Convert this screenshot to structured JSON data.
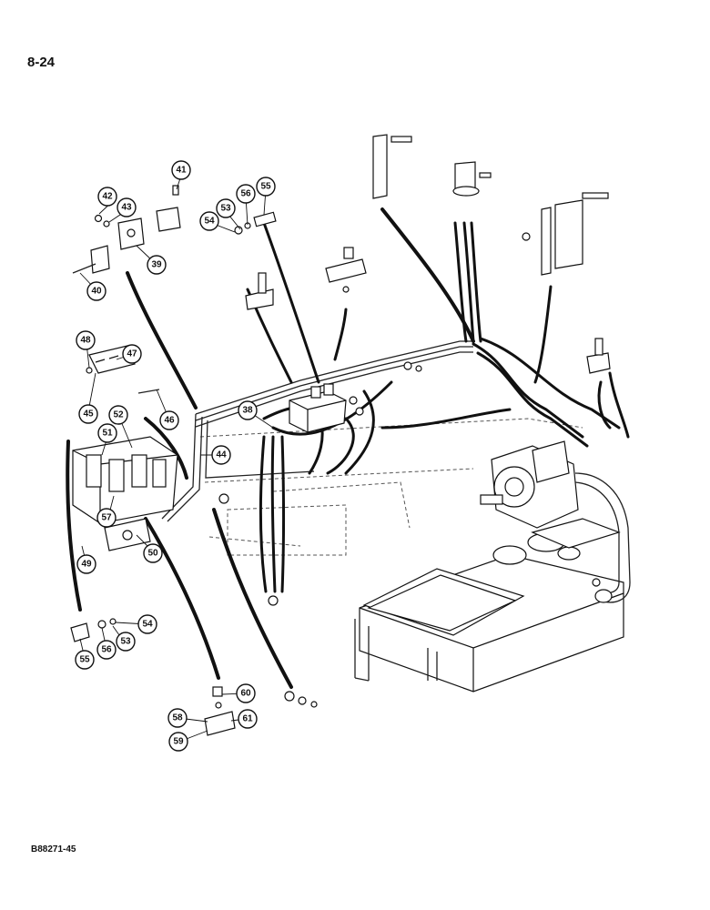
{
  "page": {
    "number": "8-24",
    "figure_code": "B88271-45"
  },
  "callouts": [
    {
      "id": "c41",
      "label": "41"
    },
    {
      "id": "c42",
      "label": "42"
    },
    {
      "id": "c43",
      "label": "43"
    },
    {
      "id": "c39",
      "label": "39"
    },
    {
      "id": "c40",
      "label": "40"
    },
    {
      "id": "c53a",
      "label": "53"
    },
    {
      "id": "c56a",
      "label": "56"
    },
    {
      "id": "c55a",
      "label": "55"
    },
    {
      "id": "c54a",
      "label": "54"
    },
    {
      "id": "c48",
      "label": "48"
    },
    {
      "id": "c47",
      "label": "47"
    },
    {
      "id": "c45",
      "label": "45"
    },
    {
      "id": "c46",
      "label": "46"
    },
    {
      "id": "c38",
      "label": "38"
    },
    {
      "id": "c52",
      "label": "52"
    },
    {
      "id": "c51",
      "label": "51"
    },
    {
      "id": "c44",
      "label": "44"
    },
    {
      "id": "c57",
      "label": "57"
    },
    {
      "id": "c50",
      "label": "50"
    },
    {
      "id": "c49",
      "label": "49"
    },
    {
      "id": "c54b",
      "label": "54"
    },
    {
      "id": "c53b",
      "label": "53"
    },
    {
      "id": "c56b",
      "label": "56"
    },
    {
      "id": "c55b",
      "label": "55"
    },
    {
      "id": "c60",
      "label": "60"
    },
    {
      "id": "c58",
      "label": "58"
    },
    {
      "id": "c61",
      "label": "61"
    },
    {
      "id": "c59",
      "label": "59"
    }
  ]
}
